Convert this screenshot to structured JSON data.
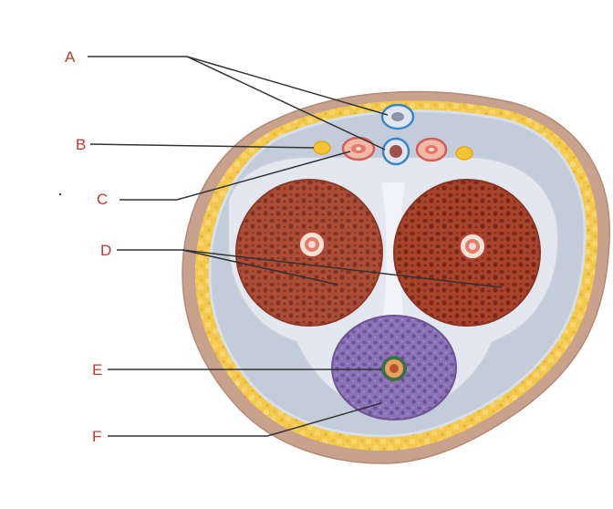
{
  "labels": {
    "a": "A",
    "b": "B",
    "c": "C",
    "d": "D",
    "e": "E",
    "f": "F"
  },
  "colors": {
    "label_text": "#c0392b",
    "leader_line": "#333333",
    "skin": "#c7a08a",
    "fat": "#f0c64a",
    "fascia": "#b9c3d4",
    "erectile_tissue": "#a8442c",
    "spongy_tissue": "#8a70b4",
    "vein_outline": "#3b86c8",
    "artery": "#d45a56",
    "nerve": "#f4c430"
  }
}
